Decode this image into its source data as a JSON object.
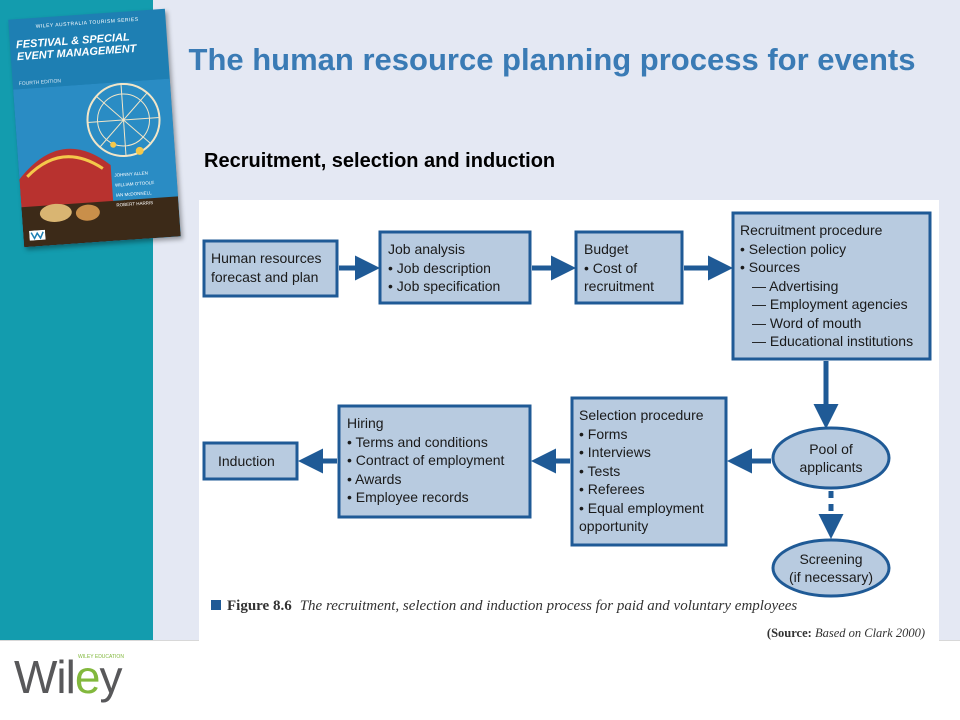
{
  "slide": {
    "title": "The human resource planning process for events",
    "subtitle": "Recruitment, selection and induction"
  },
  "book_cover": {
    "series": "WILEY AUSTRALIA TOURISM SERIES",
    "title": "FESTIVAL & SPECIAL EVENT MANAGEMENT",
    "edition": "FOURTH EDITION",
    "authors": [
      "JOHNNY ALLEN",
      "WILLIAM O'TOOLE",
      "IAN McDONNELL",
      "ROBERT HARRIS"
    ]
  },
  "diagram": {
    "nodes": {
      "forecast": {
        "lines": [
          "Human resources",
          "forecast and plan"
        ]
      },
      "job_analysis": {
        "title": "Job analysis",
        "items": [
          "Job description",
          "Job specification"
        ]
      },
      "budget": {
        "title": "Budget",
        "items": [
          "Cost of recruitment"
        ]
      },
      "recruitment": {
        "title": "Recruitment procedure",
        "items": [
          "Selection policy",
          "Sources"
        ],
        "sub_items": [
          "Advertising",
          "Employment agencies",
          "Word of mouth",
          "Educational institutions"
        ]
      },
      "pool": {
        "lines": [
          "Pool of",
          "applicants"
        ]
      },
      "screening": {
        "lines": [
          "Screening",
          "(if necessary)"
        ]
      },
      "selection": {
        "title": "Selection procedure",
        "items": [
          "Forms",
          "Interviews",
          "Tests",
          "Referees",
          "Equal employment opportunity"
        ]
      },
      "hiring": {
        "title": "Hiring",
        "items": [
          "Terms and conditions",
          "Contract of employment",
          "Awards",
          "Employee records"
        ]
      },
      "induction": {
        "lines": [
          "Induction"
        ]
      }
    },
    "bullet": "•",
    "dash": "—",
    "caption": {
      "figure_label": "Figure 8.6",
      "text": "The recruitment, selection and induction process for paid and voluntary employees",
      "source_label": "(Source:",
      "source_text": "Based on Clark 2000)"
    }
  },
  "footer": {
    "logo": {
      "prefix": "Wil",
      "accent": "e",
      "suffix": "y",
      "tagline": "WILEY EDUCATION"
    }
  },
  "colors": {
    "teal": "#139cae",
    "slide_bg": "#e4e8f3",
    "title": "#3a7bb5",
    "box_fill": "#b8cbe0",
    "box_border": "#1f5a96",
    "arrow": "#1f5a96",
    "logo_green": "#82b83d"
  }
}
